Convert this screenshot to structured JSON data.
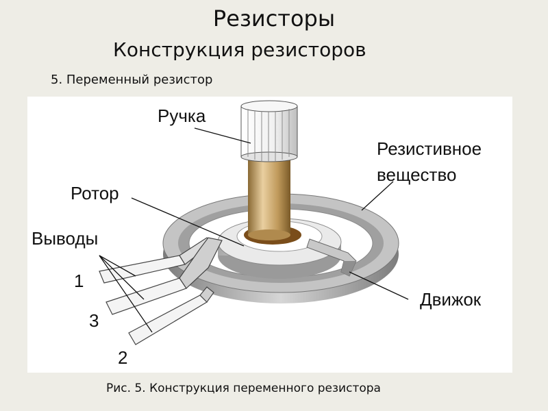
{
  "slide": {
    "title": "Резисторы",
    "subtitle": "Конструкция резисторов",
    "section": "5. Переменный резистор",
    "caption": "Рис. 5. Конструкция переменного резистора"
  },
  "labels": {
    "knob": "Ручка",
    "resistive_line1": "Резистивное",
    "resistive_line2": "вещество",
    "rotor": "Ротор",
    "terminals": "Выводы",
    "t1": "1",
    "t3": "3",
    "t2": "2",
    "wiper": "Движок"
  },
  "colors": {
    "background": "#eeede6",
    "figure": "#ffffff",
    "ring": "#9b9b9b",
    "shaft": "#c9a468",
    "collar": "#7a4d1a"
  }
}
